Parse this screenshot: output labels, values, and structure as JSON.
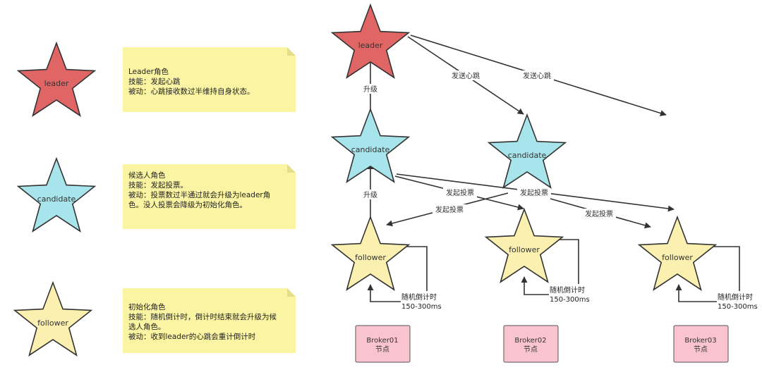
{
  "colors": {
    "leader": "#e06666",
    "candidate": "#a8e4ec",
    "follower": "#fbf0b0",
    "note": "#fbf5a3",
    "broker": "#f9c4cf",
    "stroke": "#333333"
  },
  "legend": {
    "leader": {
      "star_label": "leader",
      "title": "Leader角色",
      "line1": "技能：发起心跳",
      "line2": "被动：心跳接收数过半维持自身状态。"
    },
    "candidate": {
      "star_label": "candidate",
      "title": "候选人角色",
      "line1": "技能：发起投票。",
      "line2": "被动：投票数过半通过就会升级为leader角",
      "line3": "色。没人投票会降级为初始化角色。"
    },
    "follower": {
      "star_label": "follower",
      "title": "初始化角色",
      "line1": "技能：随机倒计时，倒计时结束就会升级为候",
      "line2": "选人角色。",
      "line3": "被动：收到leader的心跳会重计倒计时"
    }
  },
  "cluster": {
    "leader_label": "leader",
    "candidate1_label": "candidate",
    "candidate2_label": "candidate",
    "follower1_label": "follower",
    "follower2_label": "follower",
    "follower3_label": "follower",
    "upgrade1": "升级",
    "upgrade2": "升级",
    "heartbeat1": "发送心跳",
    "heartbeat2": "发送心跳",
    "vote1": "发起投票",
    "vote2": "发起投票",
    "vote3": "发起投票",
    "vote4": "发起投票",
    "timer1_line1": "随机倒计时",
    "timer1_line2": "150-300ms",
    "timer2_line1": "随机倒计时",
    "timer2_line2": "150-300ms",
    "timer3_line1": "随机倒计时",
    "timer3_line2": "150-300ms",
    "broker1_name": "Broker01",
    "broker1_sub": "节点",
    "broker2_name": "Broker02",
    "broker2_sub": "节点",
    "broker3_name": "Broker03",
    "broker3_sub": "节点"
  }
}
